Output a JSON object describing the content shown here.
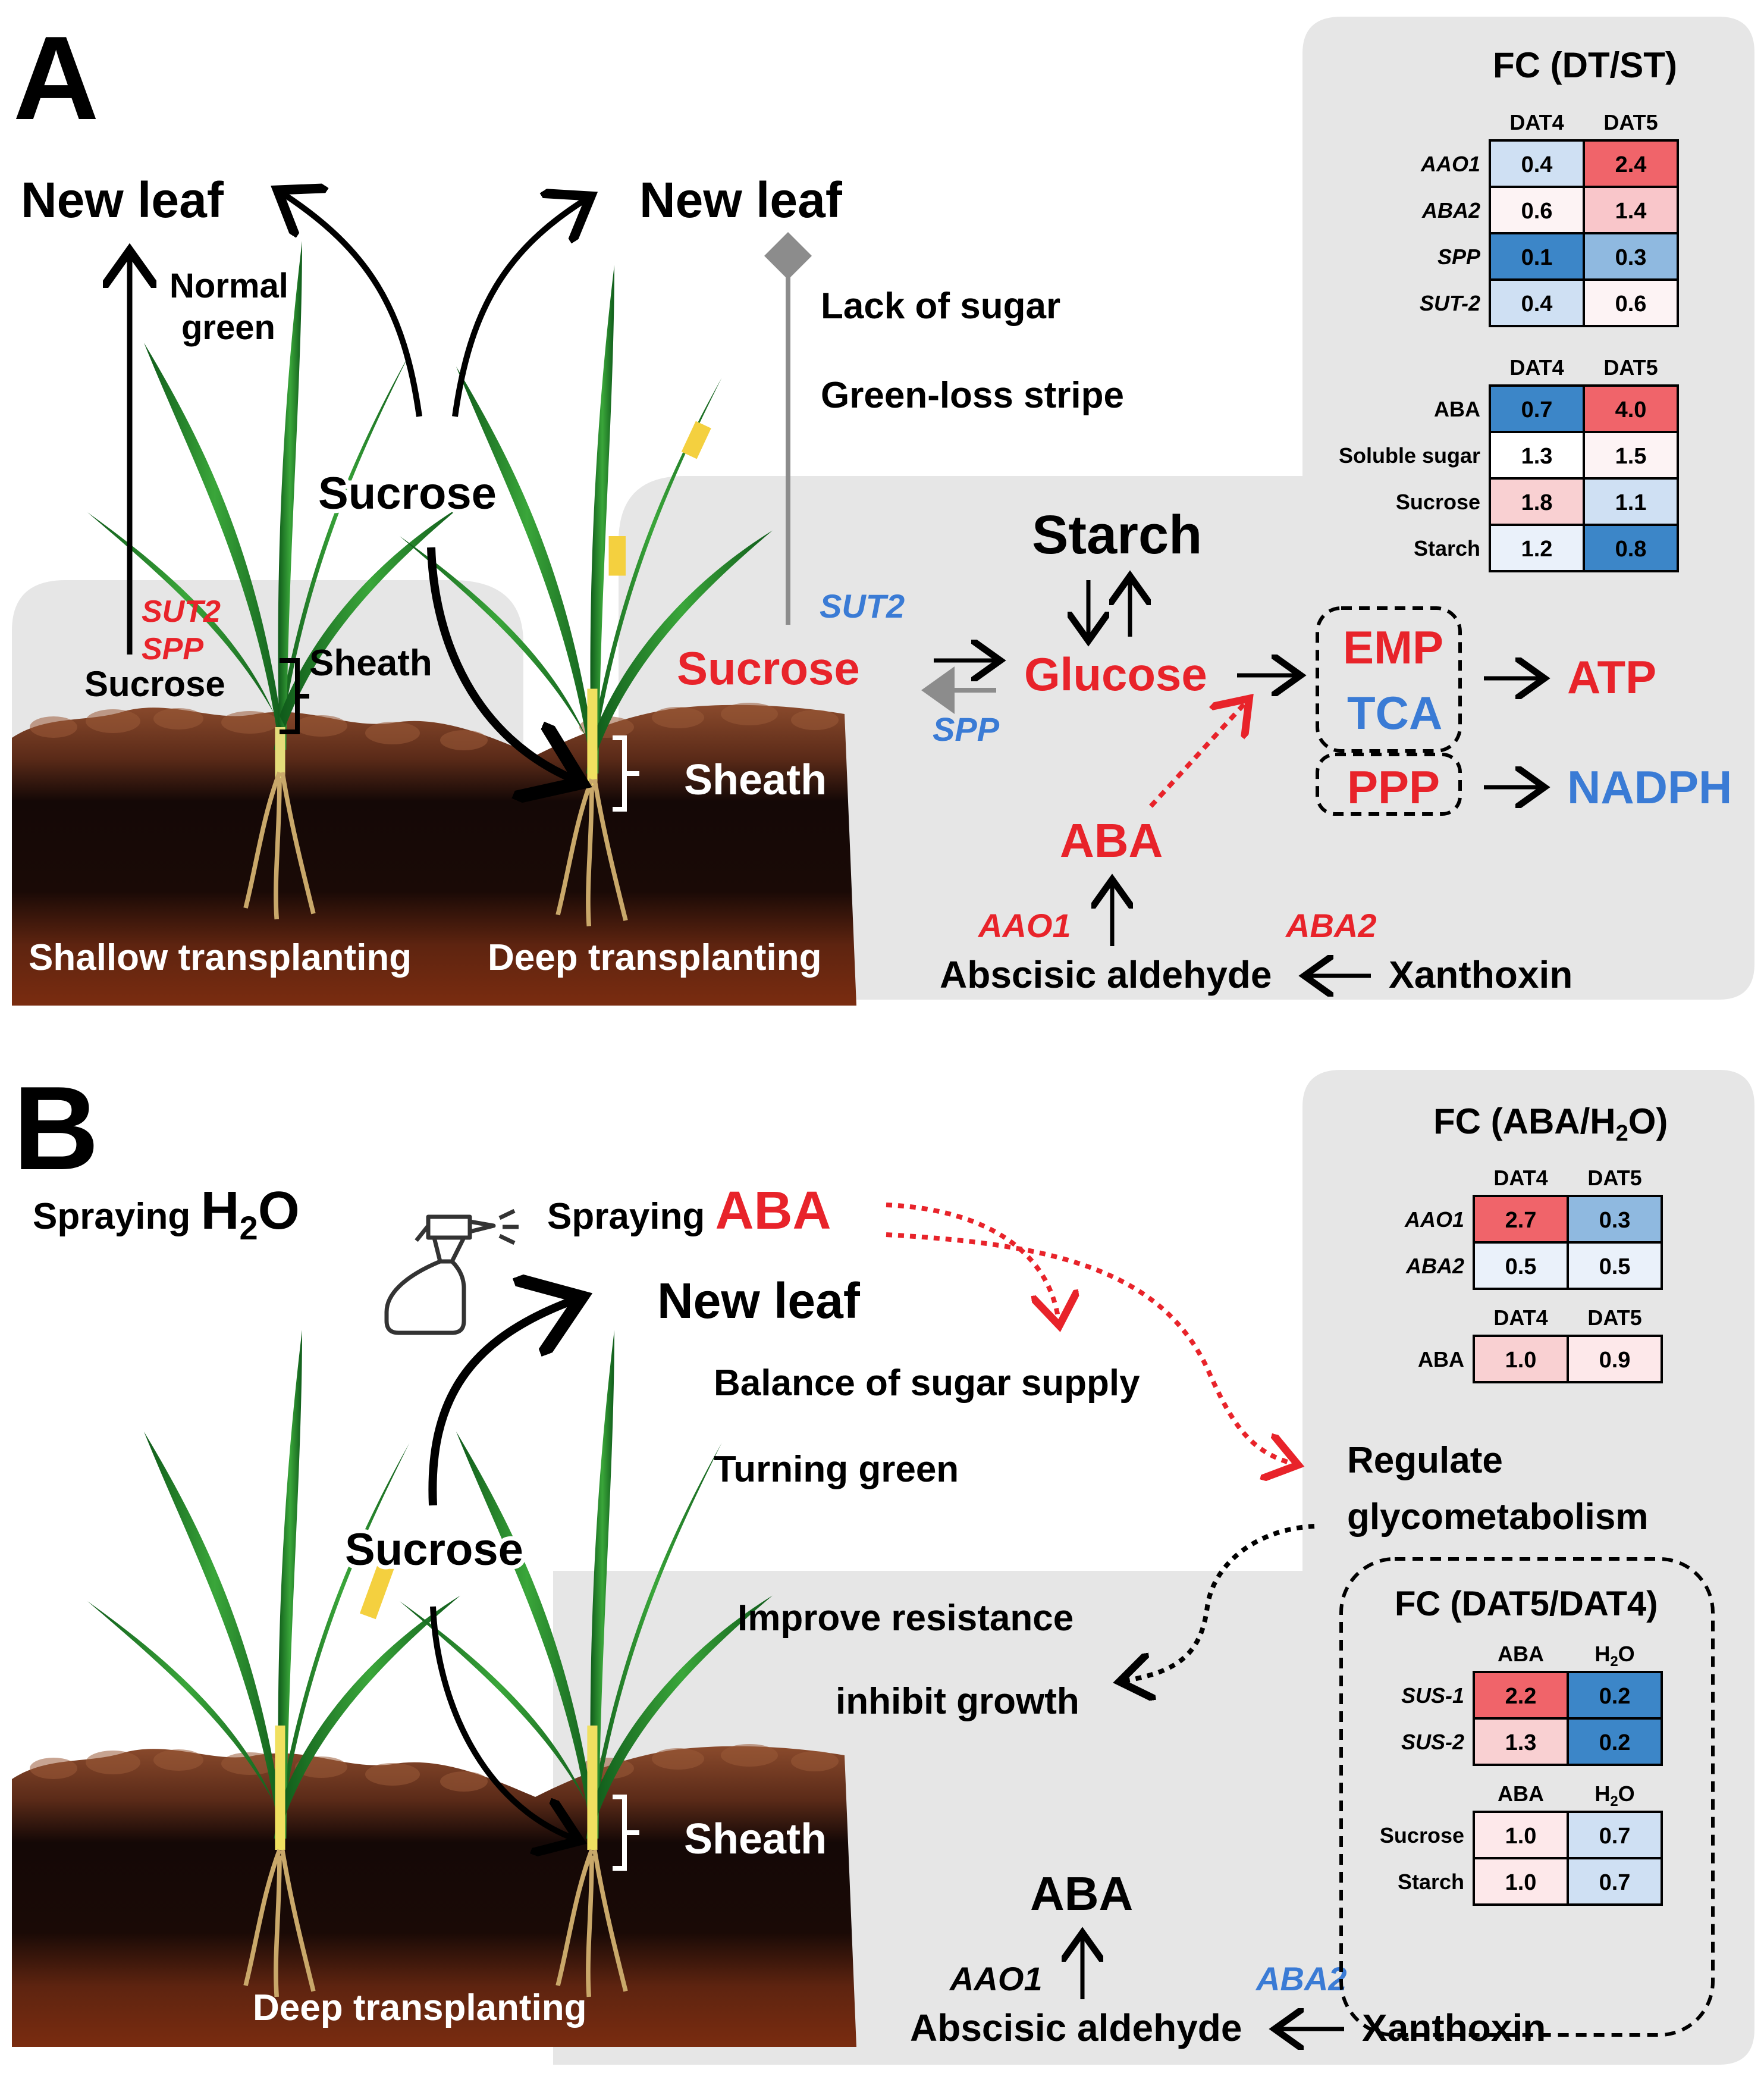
{
  "colors": {
    "red": "#e8232a",
    "blue": "#3a7bd5",
    "panel_gray": "#e6e6e6",
    "soil_top": "#8a4a2c",
    "soil_dark": "#140806",
    "cell_red_strong": "#f0646a",
    "cell_red_light": "#f9d0d2",
    "cell_blue_strong": "#3c86c8",
    "cell_blue_mid": "#8fb9e0",
    "cell_blue_light": "#cfe0f3"
  },
  "panelA": {
    "letter": "A",
    "new_leaf_left": "New leaf",
    "new_leaf_right": "New leaf",
    "normal_green_1": "Normal",
    "normal_green_2": "green",
    "sucrose_center": "Sucrose",
    "sut2_red": "SUT2",
    "spp_red": "SPP",
    "sucrose_left": "Sucrose",
    "sheath_left": "Sheath",
    "sheath_right": "Sheath",
    "lack_of_sugar": "Lack of sugar",
    "green_loss": "Green-loss stripe",
    "sut2_blue": "SUT2",
    "sucrose_red": "Sucrose",
    "spp_blue": "SPP",
    "starch": "Starch",
    "glucose": "Glucose",
    "emp": "EMP",
    "tca": "TCA",
    "ppp": "PPP",
    "atp": "ATP",
    "nadph": "NADPH",
    "aba": "ABA",
    "aao1": "AAO1",
    "aba2": "ABA2",
    "abscisic": "Abscisic aldehyde",
    "xanthoxin": "Xanthoxin",
    "shallow": "Shallow transplanting",
    "deep": "Deep transplanting",
    "fc_title": "FC (DT/ST)",
    "table1": {
      "cols": [
        "DAT4",
        "DAT5"
      ],
      "rows": [
        {
          "label": "AAO1",
          "values": [
            "0.4",
            "2.4"
          ],
          "colors": [
            "#cfe0f3",
            "#f0646a"
          ]
        },
        {
          "label": "ABA2",
          "values": [
            "0.6",
            "1.4"
          ],
          "colors": [
            "#fdf3f4",
            "#f9c6ca"
          ]
        },
        {
          "label": "SPP",
          "values": [
            "0.1",
            "0.3"
          ],
          "colors": [
            "#3c86c8",
            "#8fb9e0"
          ]
        },
        {
          "label": "SUT-2",
          "values": [
            "0.4",
            "0.6"
          ],
          "colors": [
            "#cfe0f3",
            "#fdf3f4"
          ]
        }
      ]
    },
    "table2": {
      "cols": [
        "DAT4",
        "DAT5"
      ],
      "rows": [
        {
          "label": "ABA",
          "values": [
            "0.7",
            "4.0"
          ],
          "colors": [
            "#3c86c8",
            "#f0646a"
          ]
        },
        {
          "label": "Soluble sugar",
          "values": [
            "1.3",
            "1.5"
          ],
          "colors": [
            "#ffffff",
            "#fdf3f4"
          ]
        },
        {
          "label": "Sucrose",
          "values": [
            "1.8",
            "1.1"
          ],
          "colors": [
            "#f9d0d2",
            "#cfe0f3"
          ]
        },
        {
          "label": "Starch",
          "values": [
            "1.2",
            "0.8"
          ],
          "colors": [
            "#eaf1fa",
            "#3c86c8"
          ]
        }
      ]
    }
  },
  "panelB": {
    "letter": "B",
    "spraying_h2o": "Spraying",
    "h2o_big": "H",
    "h2o_sub": "2",
    "h2o_o": "O",
    "spraying_aba": "Spraying",
    "aba_big": "ABA",
    "new_leaf": "New leaf",
    "balance": "Balance of sugar supply",
    "turning_green": "Turning green",
    "sucrose": "Sucrose",
    "sheath": "Sheath",
    "regulate_1": "Regulate",
    "regulate_2": "glycometabolism",
    "improve": "Improve resistance",
    "inhibit": "inhibit growth",
    "aba": "ABA",
    "aao1": "AAO1",
    "aba2": "ABA2",
    "abscisic": "Abscisic aldehyde",
    "xanthoxin": "Xanthoxin",
    "deep": "Deep transplanting",
    "fc_title_pre": "FC (ABA/H",
    "fc_title_sub": "2",
    "fc_title_post": "O)",
    "table1": {
      "cols": [
        "DAT4",
        "DAT5"
      ],
      "rows": [
        {
          "label": "AAO1",
          "values": [
            "2.7",
            "0.3"
          ],
          "colors": [
            "#f0646a",
            "#8fb9e0"
          ]
        },
        {
          "label": "ABA2",
          "values": [
            "0.5",
            "0.5"
          ],
          "colors": [
            "#eaf1fa",
            "#eaf1fa"
          ]
        }
      ]
    },
    "table2": {
      "cols": [
        "DAT4",
        "DAT5"
      ],
      "rows": [
        {
          "label": "ABA",
          "values": [
            "1.0",
            "0.9"
          ],
          "colors": [
            "#f9d0d2",
            "#fde8ea"
          ]
        }
      ]
    },
    "fc2_title": "FC (DAT5/DAT4)",
    "table3": {
      "col1": "ABA",
      "col2_pre": "H",
      "col2_sub": "2",
      "col2_post": "O",
      "rows": [
        {
          "label": "SUS-1",
          "values": [
            "2.2",
            "0.2"
          ],
          "colors": [
            "#f0646a",
            "#3c86c8"
          ]
        },
        {
          "label": "SUS-2",
          "values": [
            "1.3",
            "0.2"
          ],
          "colors": [
            "#f9d0d2",
            "#3c86c8"
          ]
        }
      ]
    },
    "table4": {
      "col1": "ABA",
      "col2_pre": "H",
      "col2_sub": "2",
      "col2_post": "O",
      "rows": [
        {
          "label": "Sucrose",
          "values": [
            "1.0",
            "0.7"
          ],
          "colors": [
            "#fde8ea",
            "#cfe0f3"
          ]
        },
        {
          "label": "Starch",
          "values": [
            "1.0",
            "0.7"
          ],
          "colors": [
            "#fde8ea",
            "#cfe0f3"
          ]
        }
      ]
    }
  }
}
